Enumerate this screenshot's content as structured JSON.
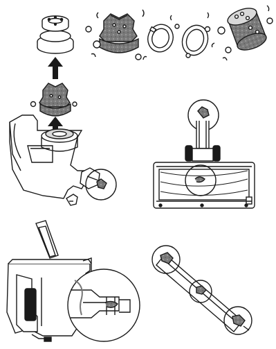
{
  "manual_page": {
    "description_visible_text": "",
    "colors": {
      "outline": "#1a1a1a",
      "dirt_fill": "#6f6f6f",
      "light_fill": "#d9d9d9",
      "white": "#ffffff"
    },
    "panels": [
      {
        "name": "filter-cleaning-sequence"
      },
      {
        "name": "handheld-unit-filter-removal"
      },
      {
        "name": "floor-head-hair-inspection"
      },
      {
        "name": "handheld-unit-inlet-inspection"
      },
      {
        "name": "extension-tube-inspection"
      }
    ]
  }
}
